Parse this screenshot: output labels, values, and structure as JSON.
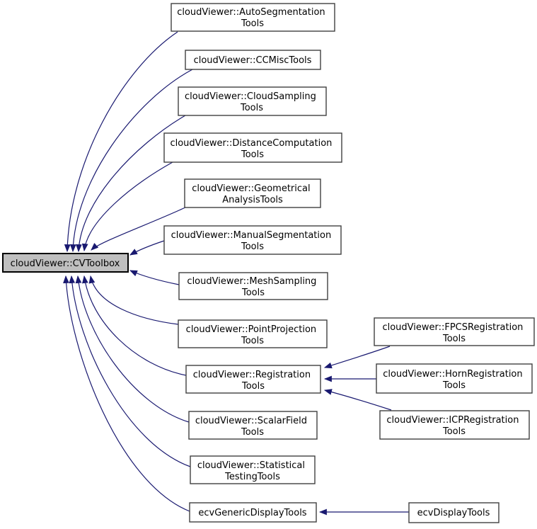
{
  "colors": {
    "edge": "#191970",
    "node_border": "#404040",
    "node_fill": "#ffffff",
    "main_node_fill": "#bfbfbf",
    "main_node_border": "#000000",
    "text": "#000000",
    "background": "#ffffff"
  },
  "main_node": {
    "label": "cloudViewer::CVToolbox"
  },
  "derived_nodes": {
    "auto_segmentation": {
      "line1": "cloudViewer::AutoSegmentation",
      "line2": "Tools"
    },
    "cc_misc": {
      "line1": "cloudViewer::CCMiscTools"
    },
    "cloud_sampling": {
      "line1": "cloudViewer::CloudSampling",
      "line2": "Tools"
    },
    "distance_computation": {
      "line1": "cloudViewer::DistanceComputation",
      "line2": "Tools"
    },
    "geometrical_analysis": {
      "line1": "cloudViewer::Geometrical",
      "line2": "AnalysisTools"
    },
    "manual_segmentation": {
      "line1": "cloudViewer::ManualSegmentation",
      "line2": "Tools"
    },
    "mesh_sampling": {
      "line1": "cloudViewer::MeshSampling",
      "line2": "Tools"
    },
    "point_projection": {
      "line1": "cloudViewer::PointProjection",
      "line2": "Tools"
    },
    "registration": {
      "line1": "cloudViewer::Registration",
      "line2": "Tools"
    },
    "scalar_field": {
      "line1": "cloudViewer::ScalarField",
      "line2": "Tools"
    },
    "statistical_testing": {
      "line1": "cloudViewer::Statistical",
      "line2": "TestingTools"
    },
    "ecv_generic_display": {
      "line1": "ecvGenericDisplayTools"
    },
    "fpcs_registration": {
      "line1": "cloudViewer::FPCSRegistration",
      "line2": "Tools"
    },
    "horn_registration": {
      "line1": "cloudViewer::HornRegistration",
      "line2": "Tools"
    },
    "icp_registration": {
      "line1": "cloudViewer::ICPRegistration",
      "line2": "Tools"
    },
    "ecv_display": {
      "line1": "ecvDisplayTools"
    }
  },
  "edges": [
    {
      "from": "cloudViewer::AutoSegmentationTools",
      "to": "cloudViewer::CVToolbox"
    },
    {
      "from": "cloudViewer::CCMiscTools",
      "to": "cloudViewer::CVToolbox"
    },
    {
      "from": "cloudViewer::CloudSamplingTools",
      "to": "cloudViewer::CVToolbox"
    },
    {
      "from": "cloudViewer::DistanceComputationTools",
      "to": "cloudViewer::CVToolbox"
    },
    {
      "from": "cloudViewer::GeometricalAnalysisTools",
      "to": "cloudViewer::CVToolbox"
    },
    {
      "from": "cloudViewer::ManualSegmentationTools",
      "to": "cloudViewer::CVToolbox"
    },
    {
      "from": "cloudViewer::MeshSamplingTools",
      "to": "cloudViewer::CVToolbox"
    },
    {
      "from": "cloudViewer::PointProjectionTools",
      "to": "cloudViewer::CVToolbox"
    },
    {
      "from": "cloudViewer::RegistrationTools",
      "to": "cloudViewer::CVToolbox"
    },
    {
      "from": "cloudViewer::ScalarFieldTools",
      "to": "cloudViewer::CVToolbox"
    },
    {
      "from": "cloudViewer::StatisticalTestingTools",
      "to": "cloudViewer::CVToolbox"
    },
    {
      "from": "ecvGenericDisplayTools",
      "to": "cloudViewer::CVToolbox"
    },
    {
      "from": "cloudViewer::FPCSRegistrationTools",
      "to": "cloudViewer::RegistrationTools"
    },
    {
      "from": "cloudViewer::HornRegistrationTools",
      "to": "cloudViewer::RegistrationTools"
    },
    {
      "from": "cloudViewer::ICPRegistrationTools",
      "to": "cloudViewer::RegistrationTools"
    },
    {
      "from": "ecvDisplayTools",
      "to": "ecvGenericDisplayTools"
    }
  ]
}
